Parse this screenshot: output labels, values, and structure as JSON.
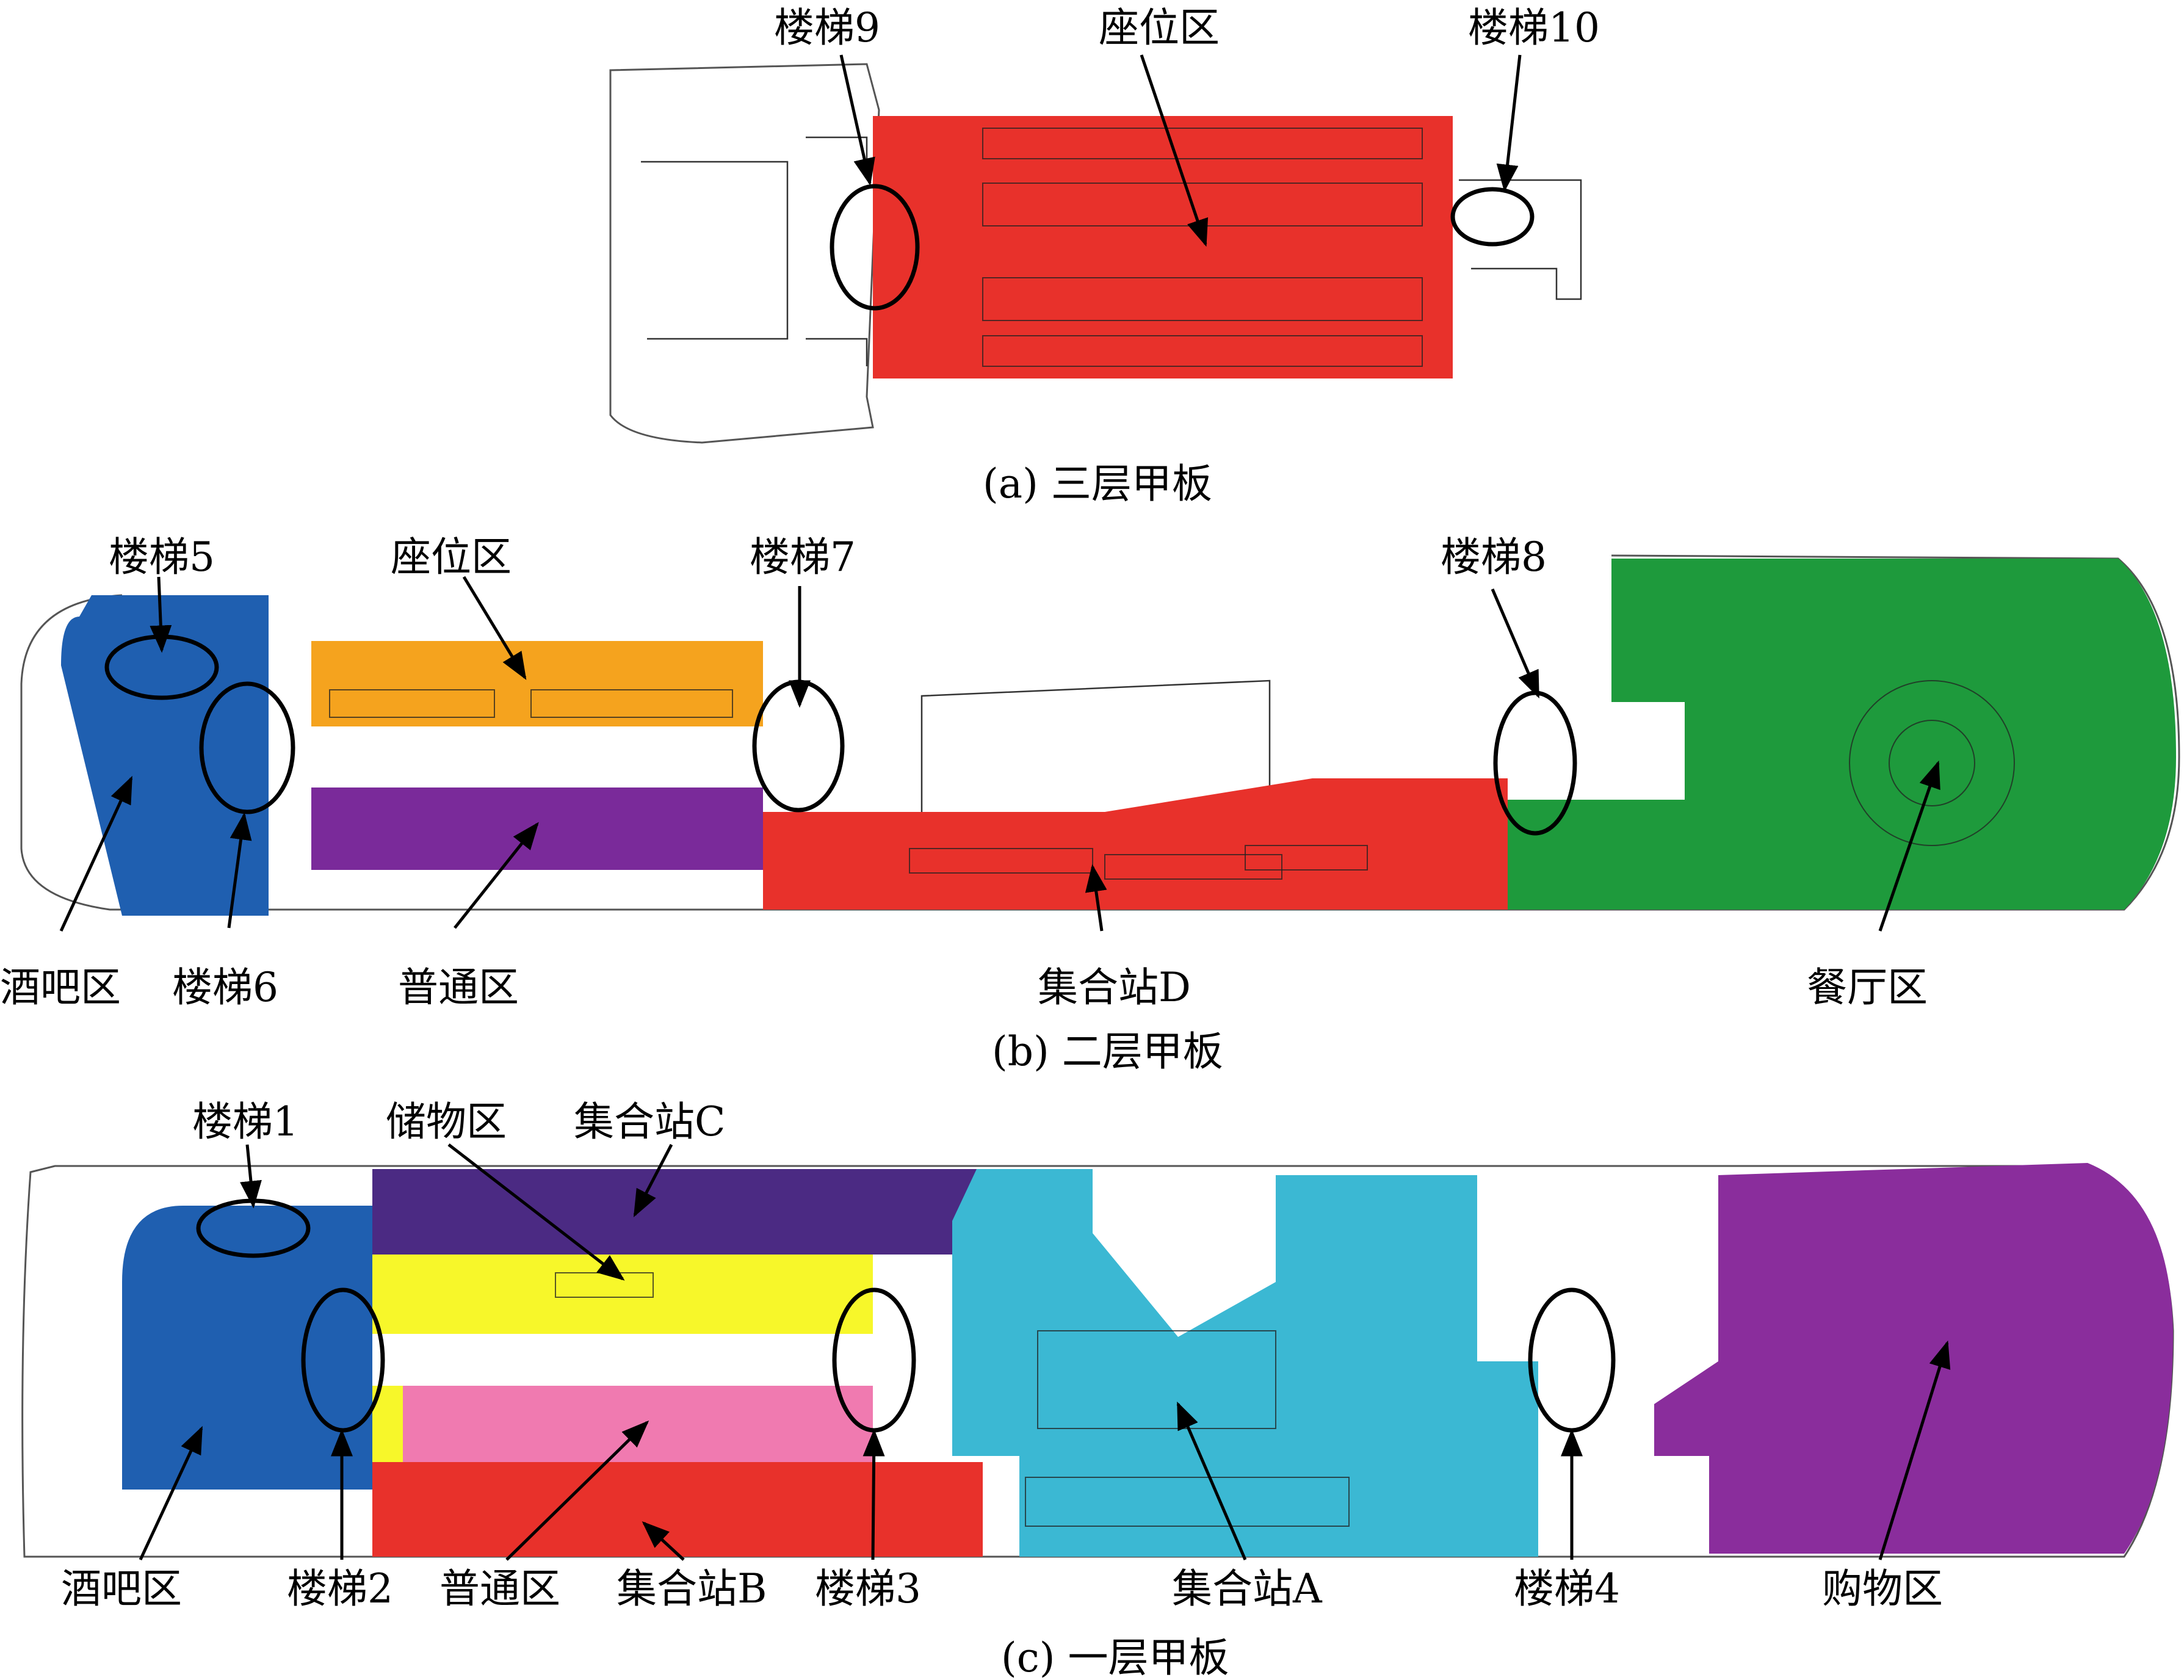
{
  "decks": {
    "deck3": {
      "caption": "(a) 三层甲板",
      "labels": {
        "stair9": "楼梯9",
        "seating": "座位区",
        "stair10": "楼梯10"
      }
    },
    "deck2": {
      "caption": "(b) 二层甲板",
      "labels": {
        "stair5": "楼梯5",
        "seating": "座位区",
        "stair7": "楼梯7",
        "stair8": "楼梯8",
        "bar": "酒吧区",
        "stair6": "楼梯6",
        "general": "普通区",
        "muster_d": "集合站D",
        "restaurant": "餐厅区"
      }
    },
    "deck1": {
      "caption": "(c) 一层甲板",
      "labels": {
        "stair1": "楼梯1",
        "storage": "储物区",
        "muster_c": "集合站C",
        "bar": "酒吧区",
        "stair2": "楼梯2",
        "general": "普通区",
        "muster_b": "集合站B",
        "stair3": "楼梯3",
        "muster_a": "集合站A",
        "stair4": "楼梯4",
        "shopping": "购物区"
      }
    }
  },
  "colors": {
    "red": "#e8312b",
    "blue": "#1f5fb0",
    "orange": "#f5a31e",
    "purple": "#7a2a9a",
    "green": "#1e9a3c",
    "dark_purple": "#4b2a83",
    "yellow": "#f7f72a",
    "pink": "#f07ab0",
    "cyan": "#3bb8d3",
    "shop_purple": "#8a2d9c"
  }
}
